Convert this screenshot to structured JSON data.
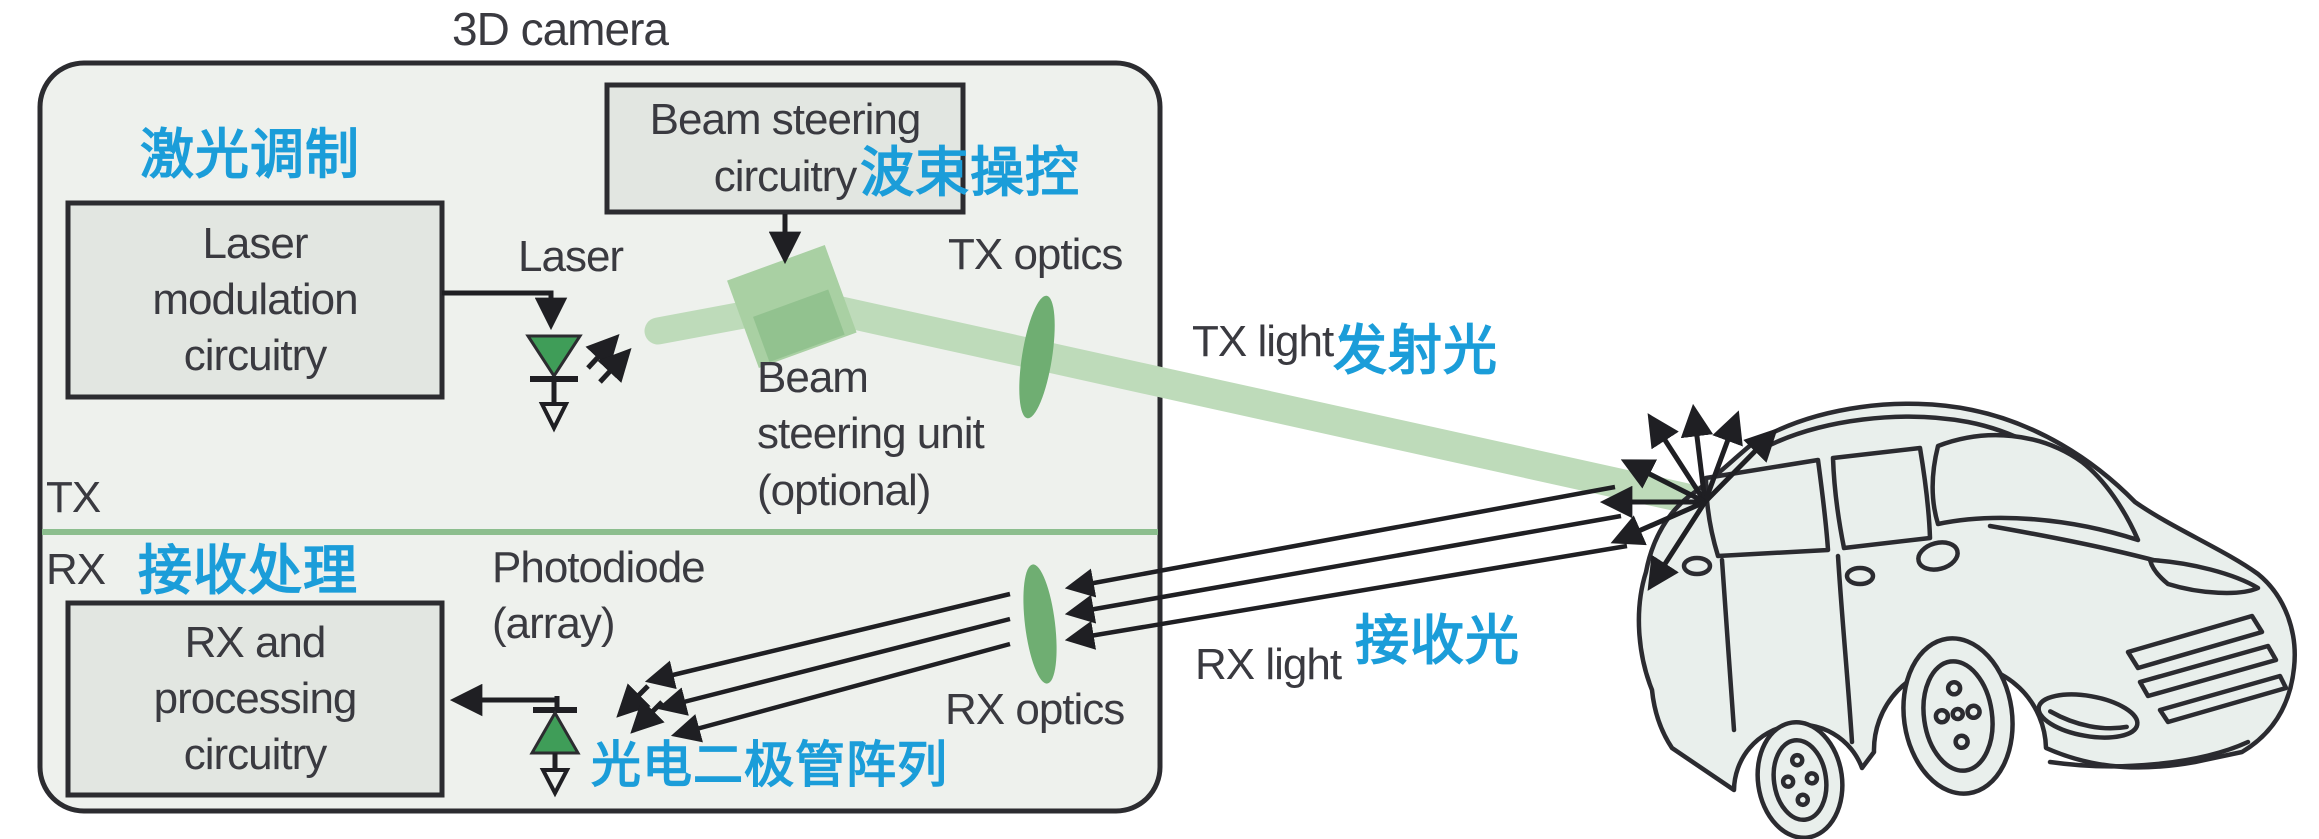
{
  "palette": {
    "accent_blue": "#1b9dd9",
    "text_dark": "#3a3a40",
    "line_dark": "#1f1f23",
    "camera_fill": "#eef1ed",
    "box_fill": "#e2e6e1",
    "box_border": "#2c2c30",
    "beam_green": "#bedbba",
    "steering_unit_green": "#a9d0a3",
    "steering_unit_green_dark": "#8fc08d",
    "lens_green": "#6fae72",
    "diode_green": "#3f9d58",
    "divider_green": "#8cbe8e",
    "car_fill": "#e9efec"
  },
  "title": "3D camera",
  "camera": {
    "tx_section_label": "TX",
    "rx_section_label": "RX",
    "laser_modulation_zh": "激光调制",
    "laser_modulation_box": {
      "line1": "Laser",
      "line2": "modulation",
      "line3": "circuitry"
    },
    "beam_steering_box": {
      "line1": "Beam steering",
      "line2": "circuitry"
    },
    "beam_steering_zh": "波束操控",
    "laser_label": "Laser",
    "beam_steering_unit": {
      "line1": "Beam",
      "line2": "steering unit",
      "line3": "(optional)"
    },
    "tx_optics_label": "TX optics",
    "photodiode_label": {
      "line1": "Photodiode",
      "line2": "(array)"
    },
    "photodiode_zh": "光电二极管阵列",
    "rx_processing_zh": "接收处理",
    "rx_processing_box": {
      "line1": "RX and",
      "line2": "processing",
      "line3": "circuitry"
    },
    "rx_optics_label": "RX optics"
  },
  "beams": {
    "tx_light_label": "TX light",
    "tx_light_zh": "发射光",
    "rx_light_label": "RX light",
    "rx_light_zh": "接收光"
  }
}
